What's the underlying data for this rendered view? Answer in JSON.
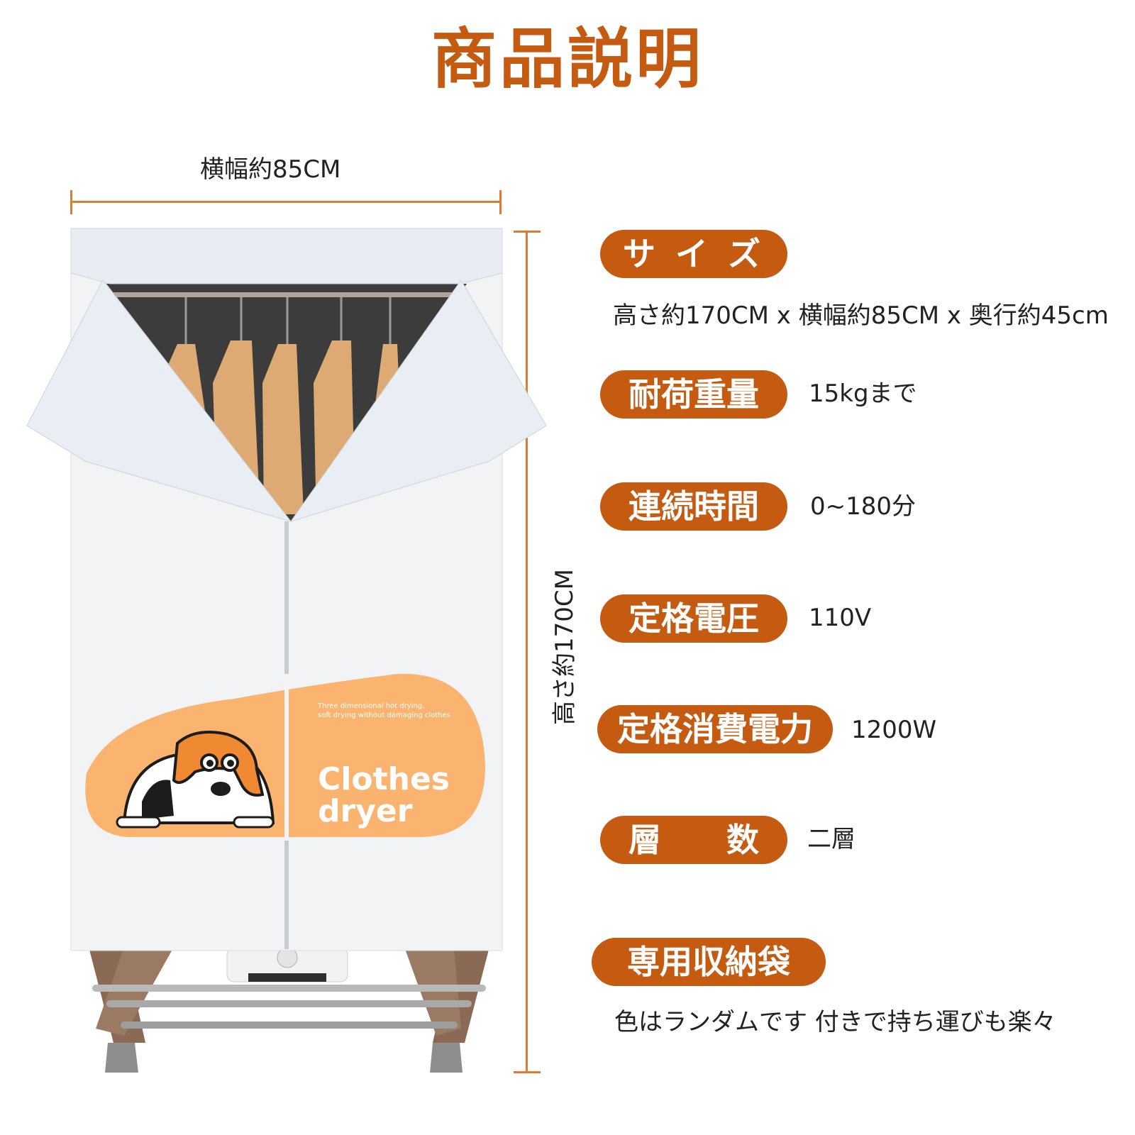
{
  "title": "商品説明",
  "dimensions": {
    "width_label": "横幅約85CM",
    "height_label": "高さ約170CM"
  },
  "product": {
    "print_line1": "Clothes",
    "print_line2": "dryer",
    "small_caption1": "Three dimensional hot drying,",
    "small_caption2": "soft drying without damaging clothes"
  },
  "specs": [
    {
      "label": "サ イ ズ",
      "value": ""
    },
    {
      "label": "耐荷重量",
      "value": "15kgまで"
    },
    {
      "label": "連続時間",
      "value": "0~180分"
    },
    {
      "label": "定格電圧",
      "value": "110V"
    },
    {
      "label": "定格消費電力",
      "value": "1200W"
    },
    {
      "label": "層　　数",
      "value": "二層"
    },
    {
      "label": "専用収納袋",
      "value": ""
    }
  ],
  "size_detail": "高さ約170CM x 横幅約85CM x 奥行約45cm",
  "bag_detail": "色はランダムです 付きで持ち運びも楽々",
  "colors": {
    "accent": "#c55a11",
    "dimension_line": "#e07a2e",
    "cover": "#f1f3f5",
    "print": "#fbb46f",
    "frame": "#8a6a55"
  }
}
